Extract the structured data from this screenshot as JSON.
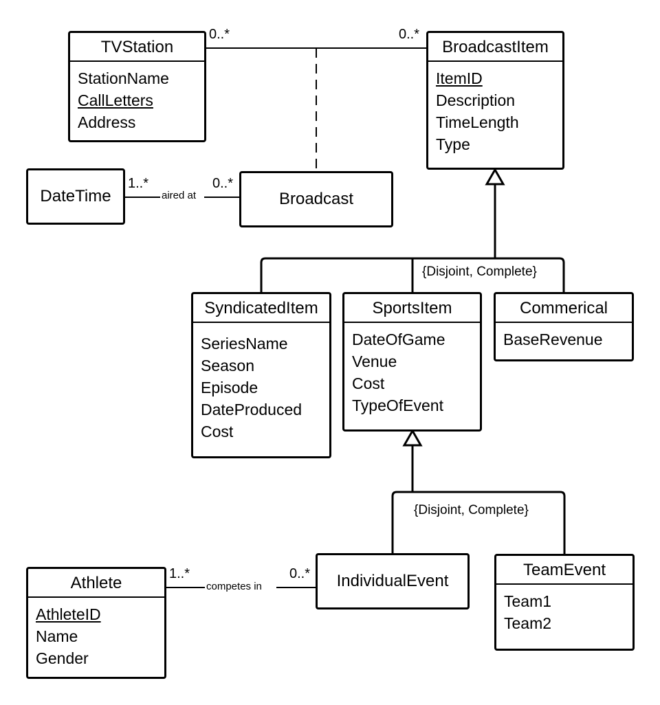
{
  "classes": {
    "tvstation": {
      "name": "TVStation",
      "attrs": [
        "StationName",
        "CallLetters",
        "Address"
      ]
    },
    "broadcastitem": {
      "name": "BroadcastItem",
      "attrs": [
        "ItemID",
        "Description",
        "TimeLength",
        "Type"
      ]
    },
    "datetime": {
      "name": "DateTime"
    },
    "broadcast": {
      "name": "Broadcast"
    },
    "syndicateditem": {
      "name": "SyndicatedItem",
      "attrs": [
        "SeriesName",
        "Season",
        "Episode",
        "DateProduced",
        "Cost"
      ]
    },
    "sportsitem": {
      "name": "SportsItem",
      "attrs": [
        "DateOfGame",
        "Venue",
        "Cost",
        "TypeOfEvent"
      ]
    },
    "commerical": {
      "name": "Commerical",
      "attrs": [
        "BaseRevenue"
      ]
    },
    "athlete": {
      "name": "Athlete",
      "attrs": [
        "AthleteID",
        "Name",
        "Gender"
      ]
    },
    "individualevent": {
      "name": "IndividualEvent"
    },
    "teamevent": {
      "name": "TeamEvent",
      "attrs": [
        "Team1",
        "Team2"
      ]
    }
  },
  "associations": {
    "station_item": {
      "left_mult": "0..*",
      "right_mult": "0..*"
    },
    "aired_at": {
      "label": "aired at",
      "left_mult": "1..*",
      "right_mult": "0..*"
    },
    "competes_in": {
      "label": "competes in",
      "left_mult": "1..*",
      "right_mult": "0..*"
    }
  },
  "generalizations": {
    "broadcast_item_gen": {
      "constraint": "{Disjoint, Complete}"
    },
    "sports_item_gen": {
      "constraint": "{Disjoint, Complete}"
    }
  }
}
